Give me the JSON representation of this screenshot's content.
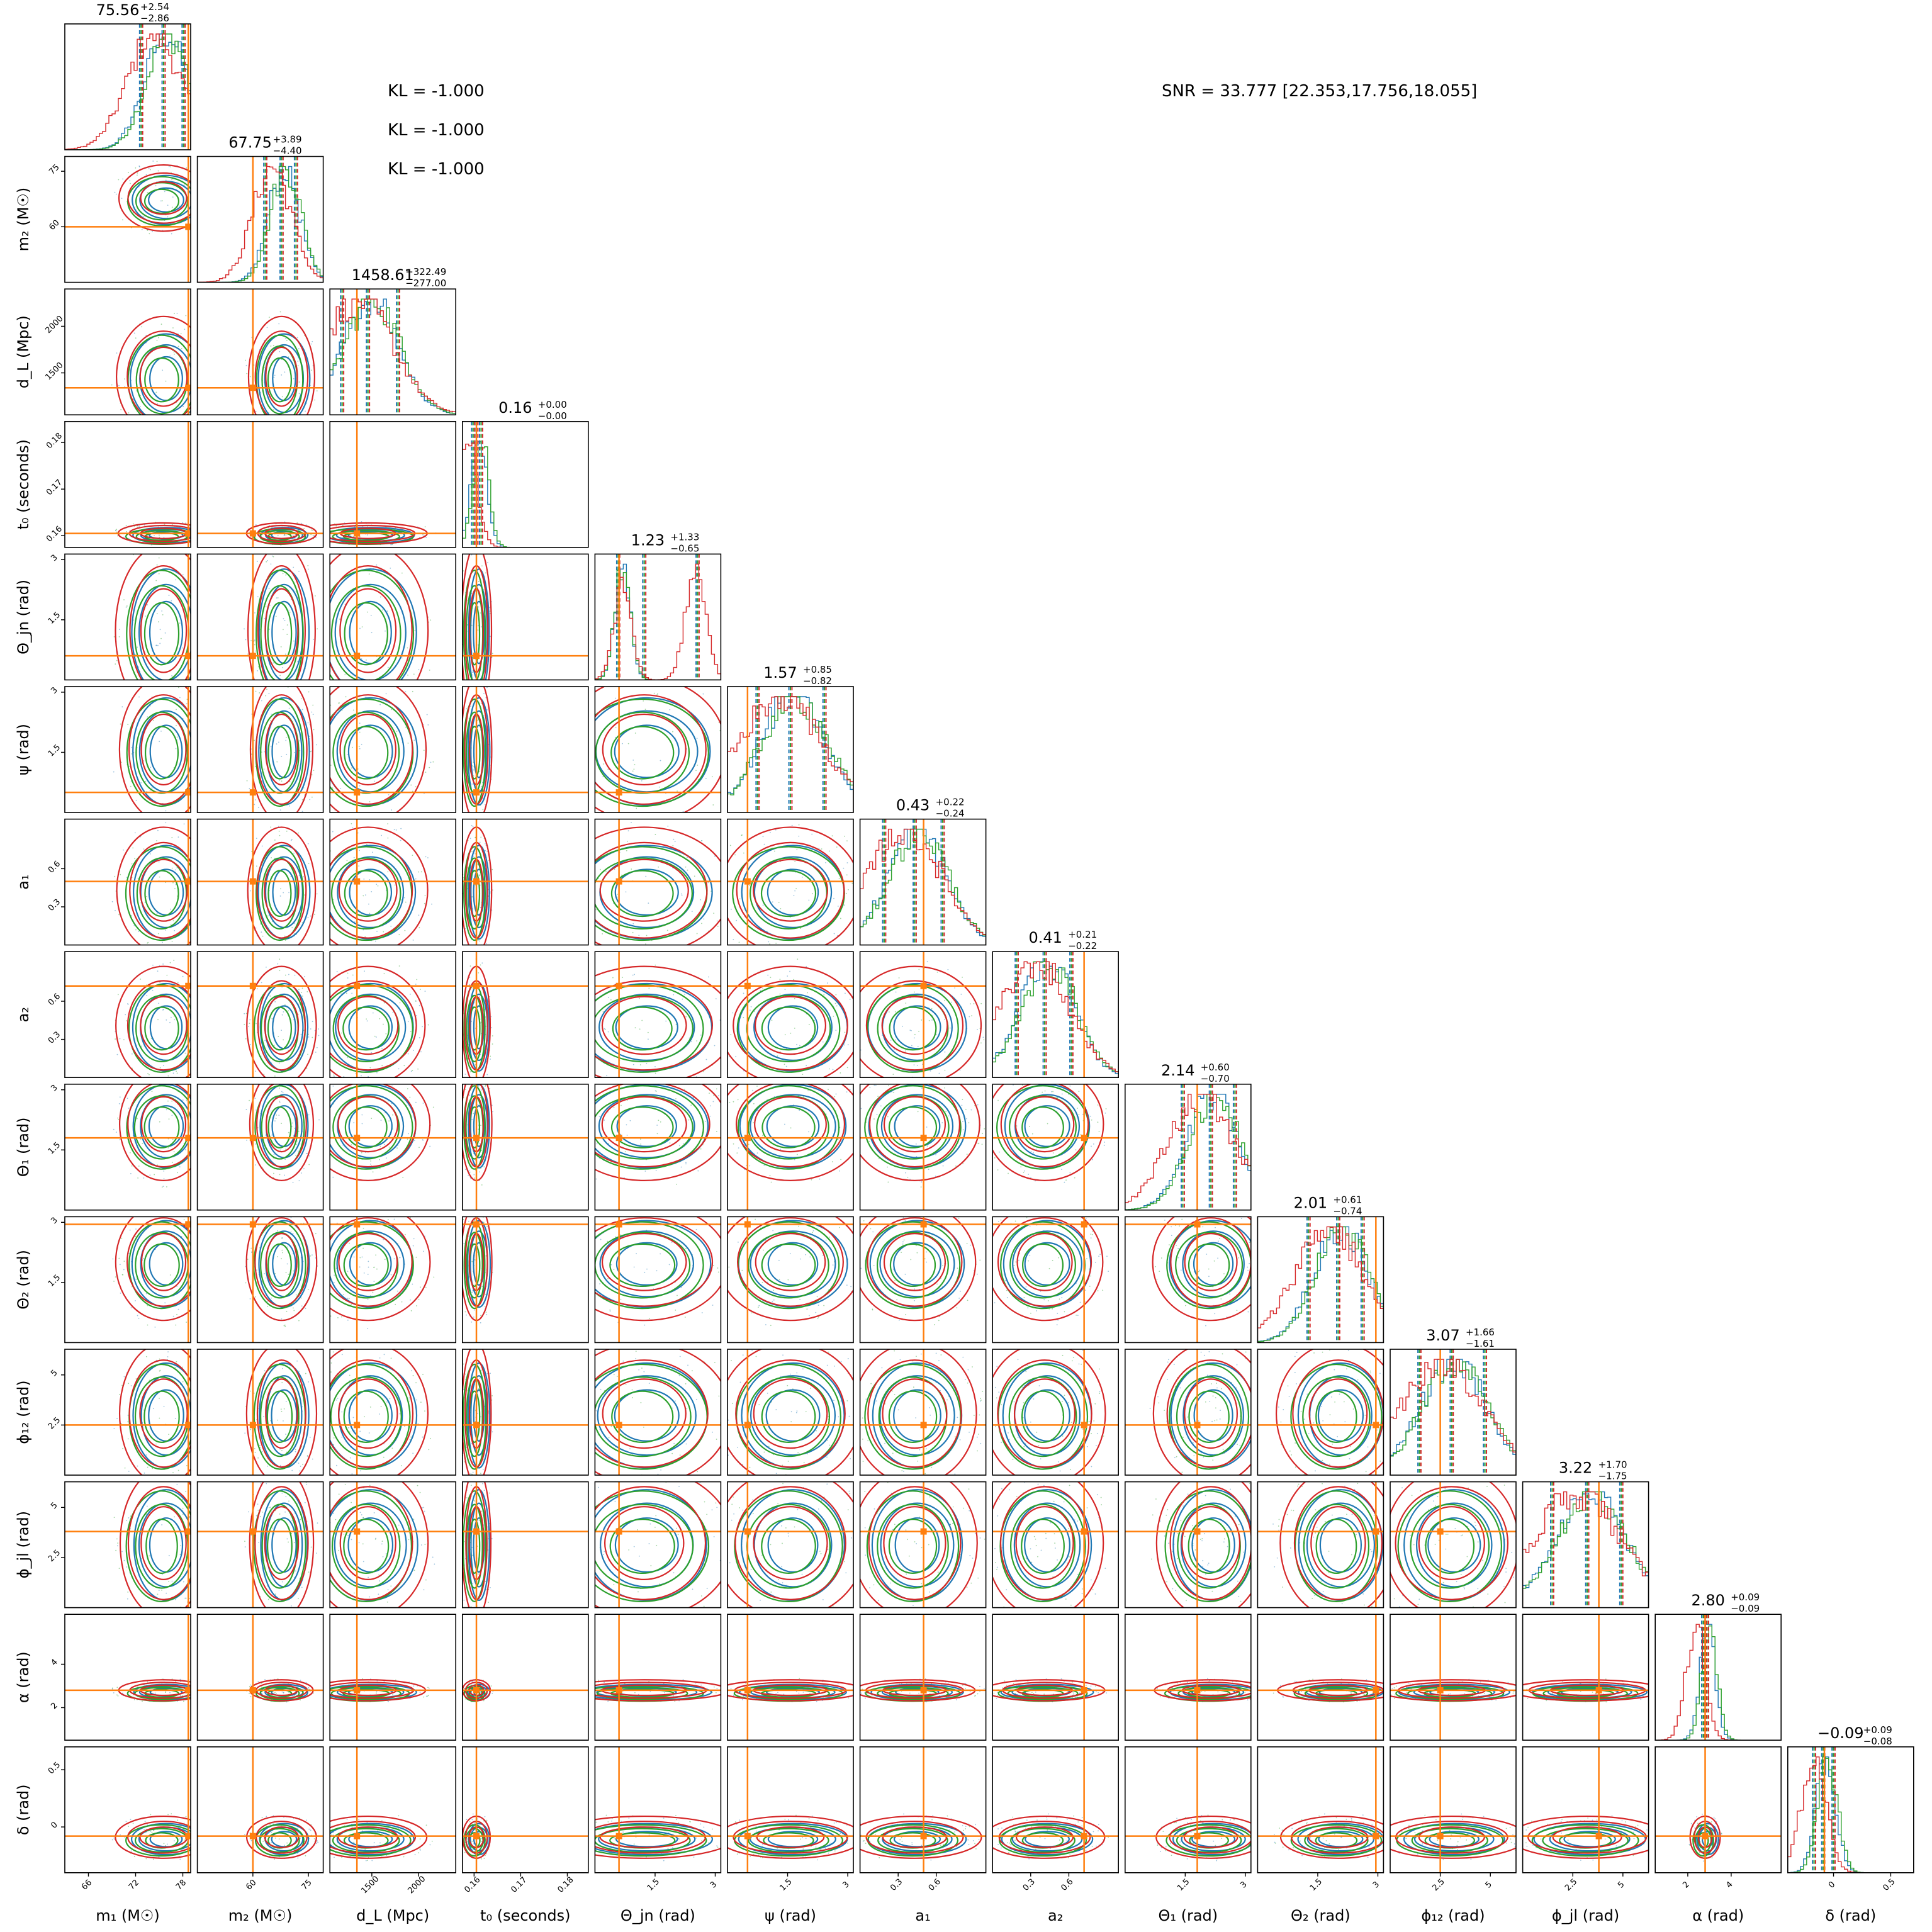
{
  "chart_data": {
    "type": "corner",
    "colors": {
      "series": [
        "#1f77b4",
        "#2ca02c",
        "#d62728"
      ],
      "truth": "#ff7f0e",
      "frame": "#000000"
    },
    "annotations": {
      "kl_lines": [
        "KL = -1.000",
        "KL = -1.000",
        "KL = -1.000"
      ],
      "snr": "SNR = 33.777 [22.353,17.756,18.055]"
    },
    "parameters": [
      {
        "label": "m₁ (M☉)",
        "ylabel": "",
        "range": [
          63,
          79
        ],
        "ticks": [
          66,
          72,
          78
        ],
        "truth": 78.7,
        "title": {
          "value": "75.56",
          "plus": "+2.54",
          "minus": "−2.86"
        },
        "q": [
          72.7,
          75.56,
          78.1
        ]
      },
      {
        "label": "m₂ (M☉)",
        "ylabel": "m₂ (M☉)",
        "range": [
          45,
          79
        ],
        "ticks": [
          60,
          75
        ],
        "truth": 60,
        "title": {
          "value": "67.75",
          "plus": "+3.89",
          "minus": "−4.40"
        },
        "q": [
          63.35,
          67.75,
          71.64
        ]
      },
      {
        "label": "d_L (Mpc)",
        "ylabel": "d_L (Mpc)",
        "range": [
          1050,
          2400
        ],
        "ticks": [
          1500,
          2000
        ],
        "truth": 1340,
        "title": {
          "value": "1458.61",
          "plus": "+322.49",
          "minus": "−277.00"
        },
        "q": [
          1181.61,
          1458.61,
          1781.1
        ]
      },
      {
        "label": "t₀ (seconds)",
        "ylabel": "t₀ (seconds)",
        "range": [
          0.1575,
          0.1845
        ],
        "ticks": [
          0.16,
          0.17,
          0.18
        ],
        "truth": 0.1605,
        "title": {
          "value": "0.16",
          "plus": "+0.00",
          "minus": "−0.00"
        },
        "q": [
          0.1598,
          0.1605,
          0.1615
        ]
      },
      {
        "label": "Θ_jn (rad)",
        "ylabel": "Θ_jn (rad)",
        "range": [
          0,
          3.14
        ],
        "ticks": [
          1.5,
          3.0
        ],
        "truth": 0.6,
        "title": {
          "value": "1.23",
          "plus": "+1.33",
          "minus": "−0.65"
        },
        "q": [
          0.58,
          1.23,
          2.56
        ]
      },
      {
        "label": "ψ (rad)",
        "ylabel": "ψ (rad)",
        "range": [
          0,
          3.14
        ],
        "ticks": [
          1.5,
          3.0
        ],
        "truth": 0.5,
        "title": {
          "value": "1.57",
          "plus": "+0.85",
          "minus": "−0.82"
        },
        "q": [
          0.75,
          1.57,
          2.42
        ]
      },
      {
        "label": "a₁",
        "ylabel": "a₁",
        "range": [
          0,
          0.99
        ],
        "ticks": [
          0.3,
          0.6
        ],
        "truth": 0.5,
        "title": {
          "value": "0.43",
          "plus": "+0.22",
          "minus": "−0.24"
        },
        "q": [
          0.19,
          0.43,
          0.65
        ]
      },
      {
        "label": "a₂",
        "ylabel": "a₂",
        "range": [
          0,
          0.99
        ],
        "ticks": [
          0.3,
          0.6
        ],
        "truth": 0.72,
        "title": {
          "value": "0.41",
          "plus": "+0.21",
          "minus": "−0.22"
        },
        "q": [
          0.19,
          0.41,
          0.62
        ]
      },
      {
        "label": "Θ₁ (rad)",
        "ylabel": "Θ₁ (rad)",
        "range": [
          0,
          3.14
        ],
        "ticks": [
          1.5,
          3.0
        ],
        "truth": 1.8,
        "title": {
          "value": "2.14",
          "plus": "+0.60",
          "minus": "−0.70"
        },
        "q": [
          1.44,
          2.14,
          2.74
        ]
      },
      {
        "label": "Θ₂ (rad)",
        "ylabel": "Θ₂ (rad)",
        "range": [
          0,
          3.14
        ],
        "ticks": [
          1.5,
          3.0
        ],
        "truth": 2.95,
        "title": {
          "value": "2.01",
          "plus": "+0.61",
          "minus": "−0.74"
        },
        "q": [
          1.27,
          2.01,
          2.62
        ]
      },
      {
        "label": "ϕ₁₂ (rad)",
        "ylabel": "ϕ₁₂ (rad)",
        "range": [
          0,
          6.28
        ],
        "ticks": [
          2.5,
          5.0
        ],
        "truth": 2.5,
        "title": {
          "value": "3.07",
          "plus": "+1.66",
          "minus": "−1.61"
        },
        "q": [
          1.46,
          3.07,
          4.73
        ]
      },
      {
        "label": "ϕ_jl (rad)",
        "ylabel": "ϕ_jl (rad)",
        "range": [
          0,
          6.28
        ],
        "ticks": [
          2.5,
          5.0
        ],
        "truth": 3.8,
        "title": {
          "value": "3.22",
          "plus": "+1.70",
          "minus": "−1.75"
        },
        "q": [
          1.47,
          3.22,
          4.92
        ]
      },
      {
        "label": "α (rad)",
        "ylabel": "α (rad)",
        "range": [
          0.5,
          6.3
        ],
        "ticks": [
          2,
          4
        ],
        "truth": 2.8,
        "title": {
          "value": "2.80",
          "plus": "+0.09",
          "minus": "−0.09"
        },
        "q": [
          2.71,
          2.8,
          2.89
        ]
      },
      {
        "label": "δ (rad)",
        "ylabel": "δ (rad)",
        "range": [
          -0.4,
          0.7
        ],
        "ticks": [
          0.0,
          0.5
        ],
        "truth": -0.08,
        "title": {
          "value": "−0.09",
          "plus": "+0.09",
          "minus": "−0.08"
        },
        "q": [
          -0.17,
          -0.09,
          0.0
        ]
      }
    ]
  }
}
